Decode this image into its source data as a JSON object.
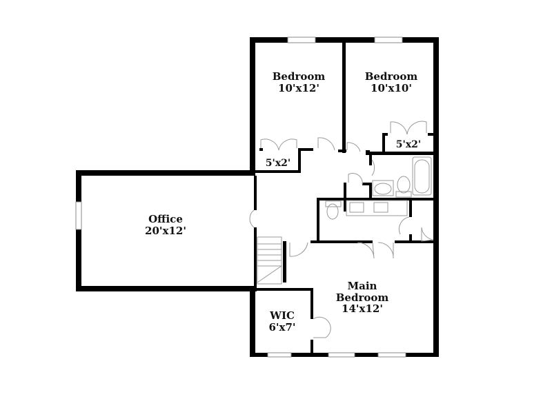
{
  "floorplan": {
    "rooms": [
      {
        "id": "bedroom-1",
        "name": "Bedroom",
        "size": "10'x12'"
      },
      {
        "id": "bedroom-2",
        "name": "Bedroom",
        "size": "10'x10'"
      },
      {
        "id": "closet-1",
        "name": "",
        "size": "5'x2'"
      },
      {
        "id": "closet-2",
        "name": "",
        "size": "5'x2'"
      },
      {
        "id": "office",
        "name": "Office",
        "size": "20'x12'"
      },
      {
        "id": "main-bedroom",
        "name_line1": "Main",
        "name_line2": "Bedroom",
        "size": "14'x12'"
      },
      {
        "id": "wic",
        "name": "WIC",
        "size": "6'x7'"
      }
    ],
    "colors": {
      "wall": "#000000",
      "fixture": "#888888",
      "background": "#ffffff"
    }
  }
}
